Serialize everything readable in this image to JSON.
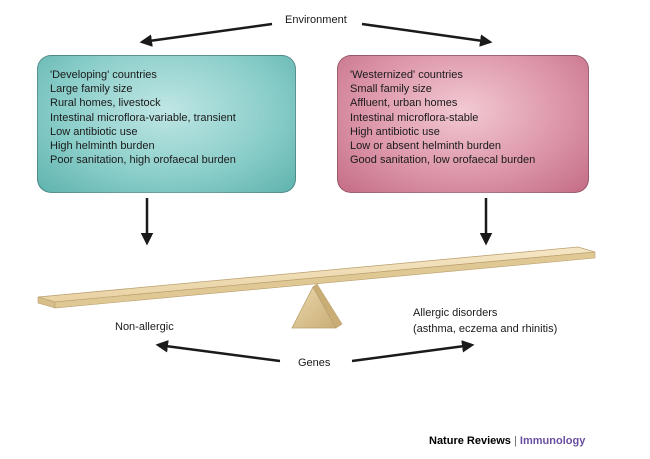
{
  "labels": {
    "environment": "Environment",
    "genes": "Genes",
    "non_allergic": "Non-allergic",
    "allergic_line1": "Allergic disorders",
    "allergic_line2": "(asthma, eczema and rhinitis)"
  },
  "developing": {
    "lines": [
      "'Developing' countries",
      "Large family size",
      "Rural homes, livestock",
      "Intestinal microflora-variable, transient",
      "Low antibiotic use",
      "High helminth burden",
      "Poor sanitation, high orofaecal burden"
    ],
    "color": "#8dcfcb"
  },
  "westernized": {
    "lines": [
      "'Westernized' countries",
      "Small family size",
      "Affluent, urban homes",
      "Intestinal microflora-stable",
      "High antibiotic use",
      "Low or absent helminth burden",
      "Good sanitation, low orofaecal burden"
    ],
    "color": "#dd97aa"
  },
  "credit": {
    "journal": "Nature Reviews",
    "separator": "|",
    "subject": "Immunology",
    "subject_color": "#6a4fa0"
  }
}
